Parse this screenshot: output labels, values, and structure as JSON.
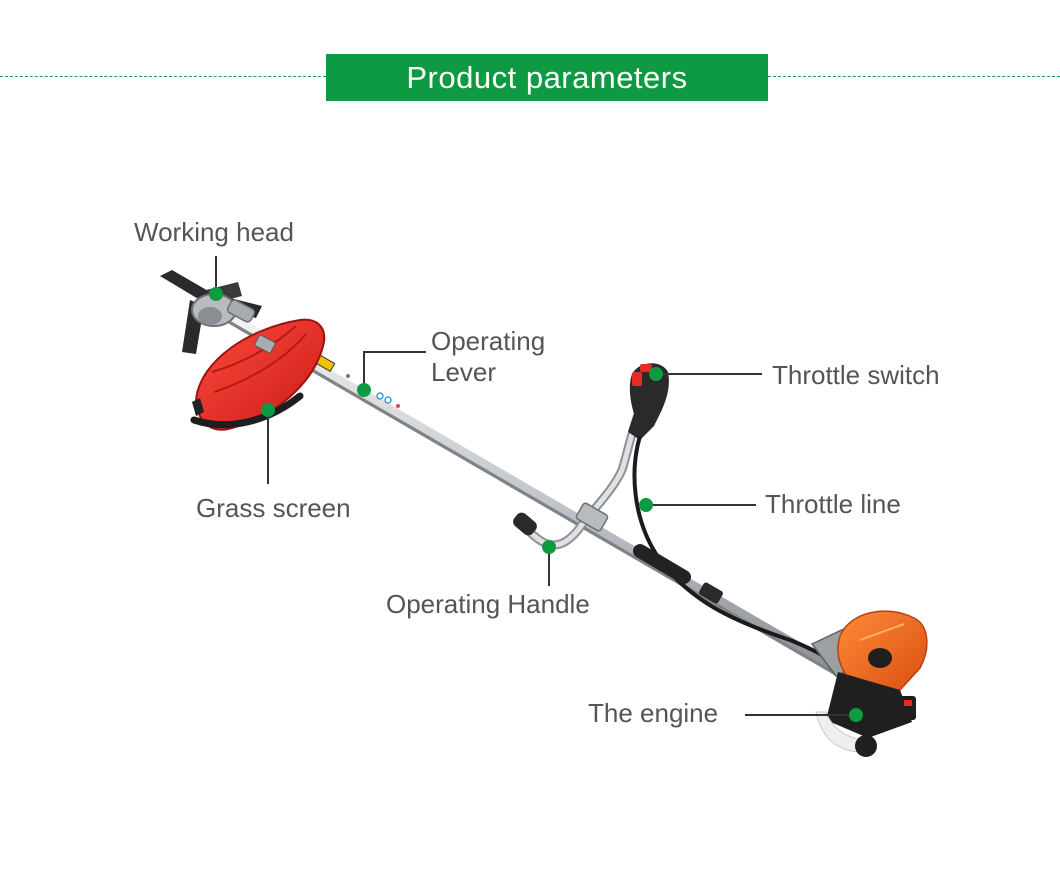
{
  "header": {
    "title": "Product parameters"
  },
  "colors": {
    "accent_green": "#0d9a43",
    "dashed_line": "#1f9a4d",
    "label_text": "#555555",
    "leader_line": "#333333",
    "engine_orange": "#f06a1e",
    "guard_red": "#e62a24",
    "shaft_silver": "#c9ccd0"
  },
  "labels": {
    "working_head": "Working head",
    "operating_lever_line1": "Operating",
    "operating_lever_line2": "Lever",
    "grass_screen": "Grass screen",
    "operating_handle": "Operating Handle",
    "throttle_switch": "Throttle switch",
    "throttle_line": "Throttle line",
    "the_engine": "The engine"
  },
  "icons": {
    "marker": "green-dot-marker"
  }
}
